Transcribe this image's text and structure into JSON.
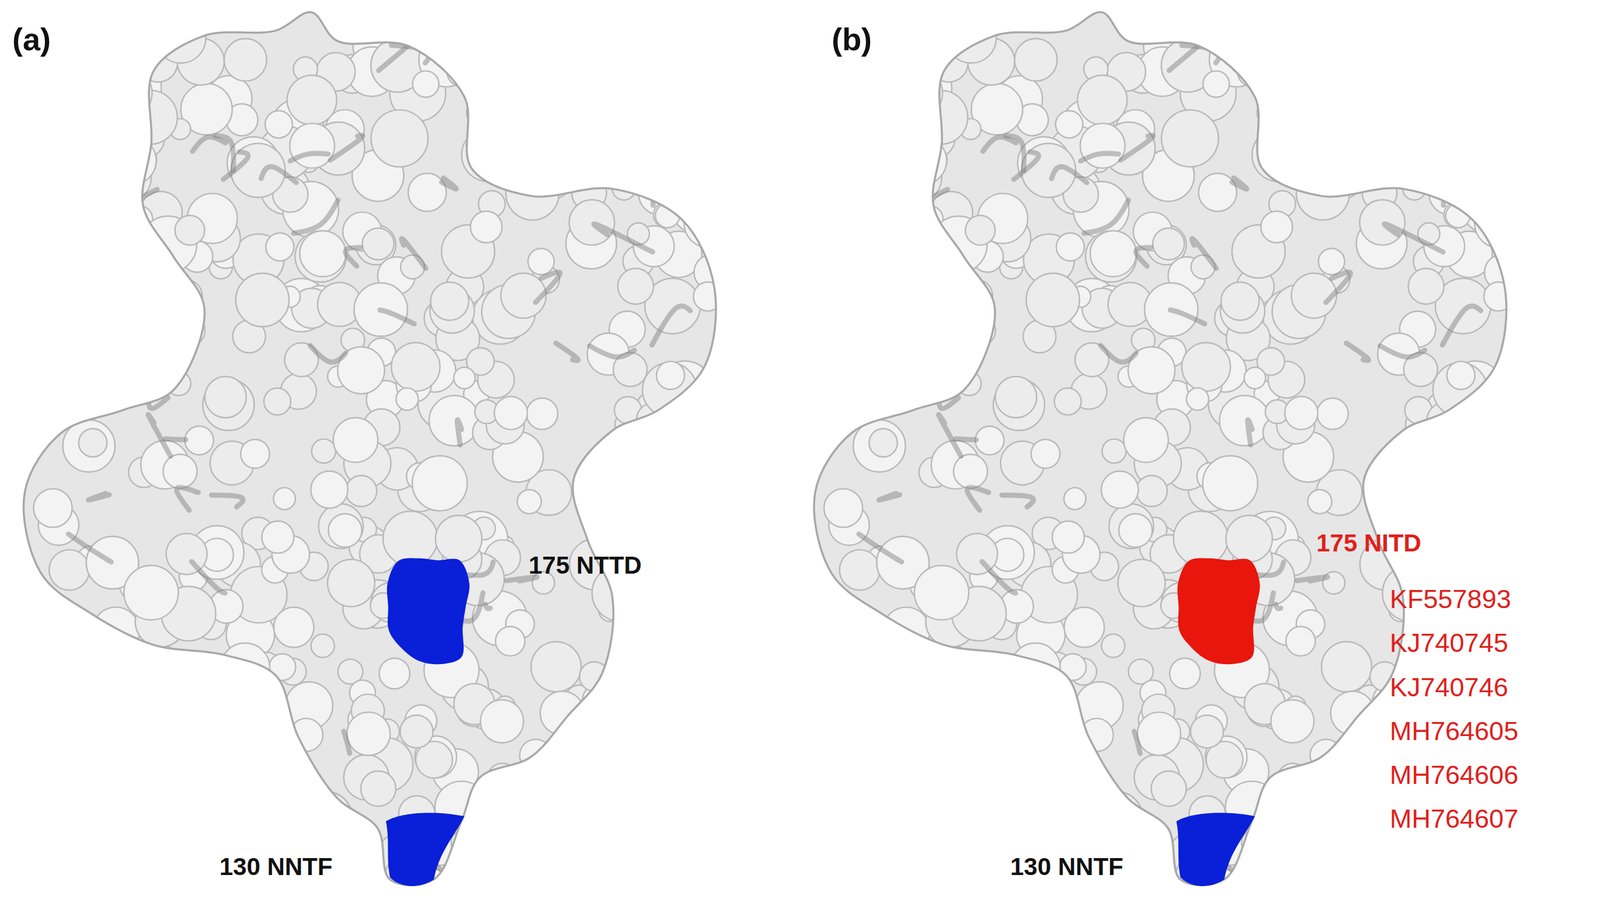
{
  "diagram": {
    "labels": [
      "(a)",
      "(b)",
      "175 NTTD",
      "130 NNTF",
      "175 NITD",
      "KF557893",
      "KJ740745",
      "KJ740746",
      "MH764605",
      "MH764606",
      "MH764607",
      "130 NNTF"
    ]
  }
}
